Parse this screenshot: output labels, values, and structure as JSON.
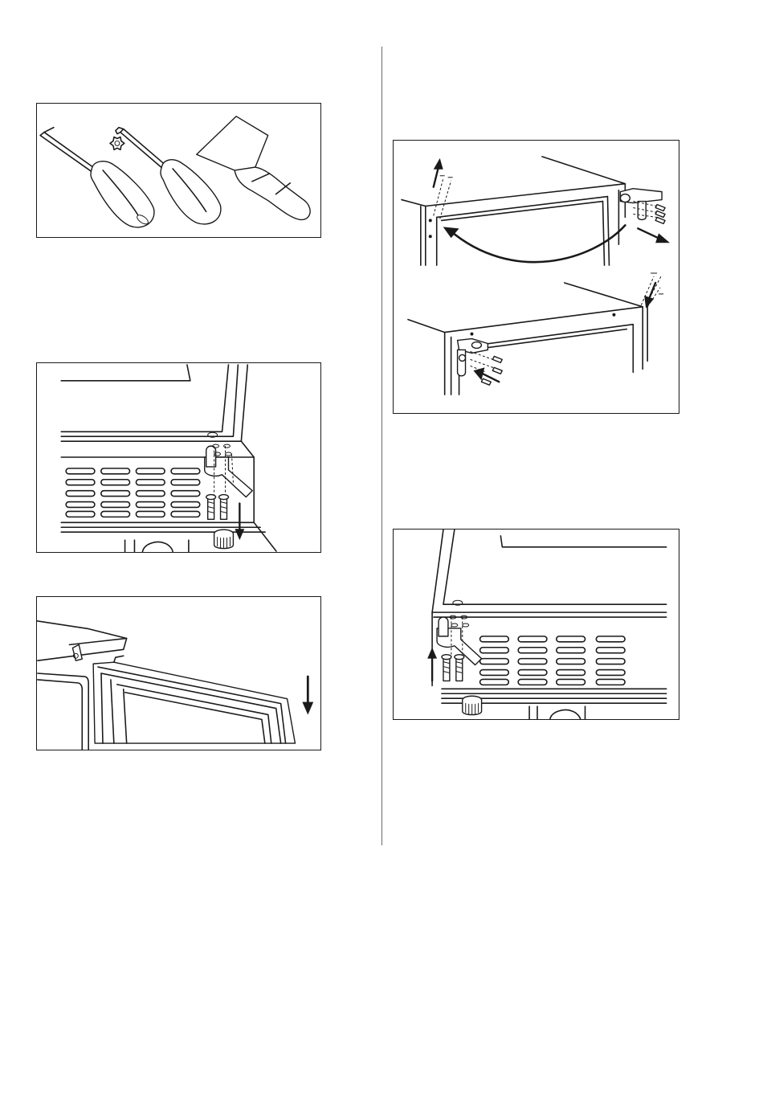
{
  "page": {
    "background": "#ffffff",
    "line_color": "#1a1a1a"
  },
  "figures": [
    {
      "id": "tools",
      "icons": [
        "flat-screwdriver-icon",
        "torx-screwdriver-icon",
        "torx-bit-icon",
        "putty-knife-icon"
      ]
    },
    {
      "id": "remove-lower-hinge",
      "icons": [
        "lower-hinge-icon",
        "down-arrow-icon",
        "adjustable-foot-icon",
        "vent-grille-icon"
      ]
    },
    {
      "id": "lower-door",
      "icons": [
        "door-icon",
        "down-arrow-icon"
      ]
    },
    {
      "id": "transfer-upper-hinge",
      "icons": [
        "upper-hinge-icon",
        "curved-arrow-icon",
        "screw-icon",
        "arrow-icon"
      ]
    },
    {
      "id": "refit-lower-hinge",
      "icons": [
        "lower-hinge-icon",
        "up-arrow-icon",
        "adjustable-foot-icon",
        "vent-grille-icon"
      ]
    }
  ]
}
